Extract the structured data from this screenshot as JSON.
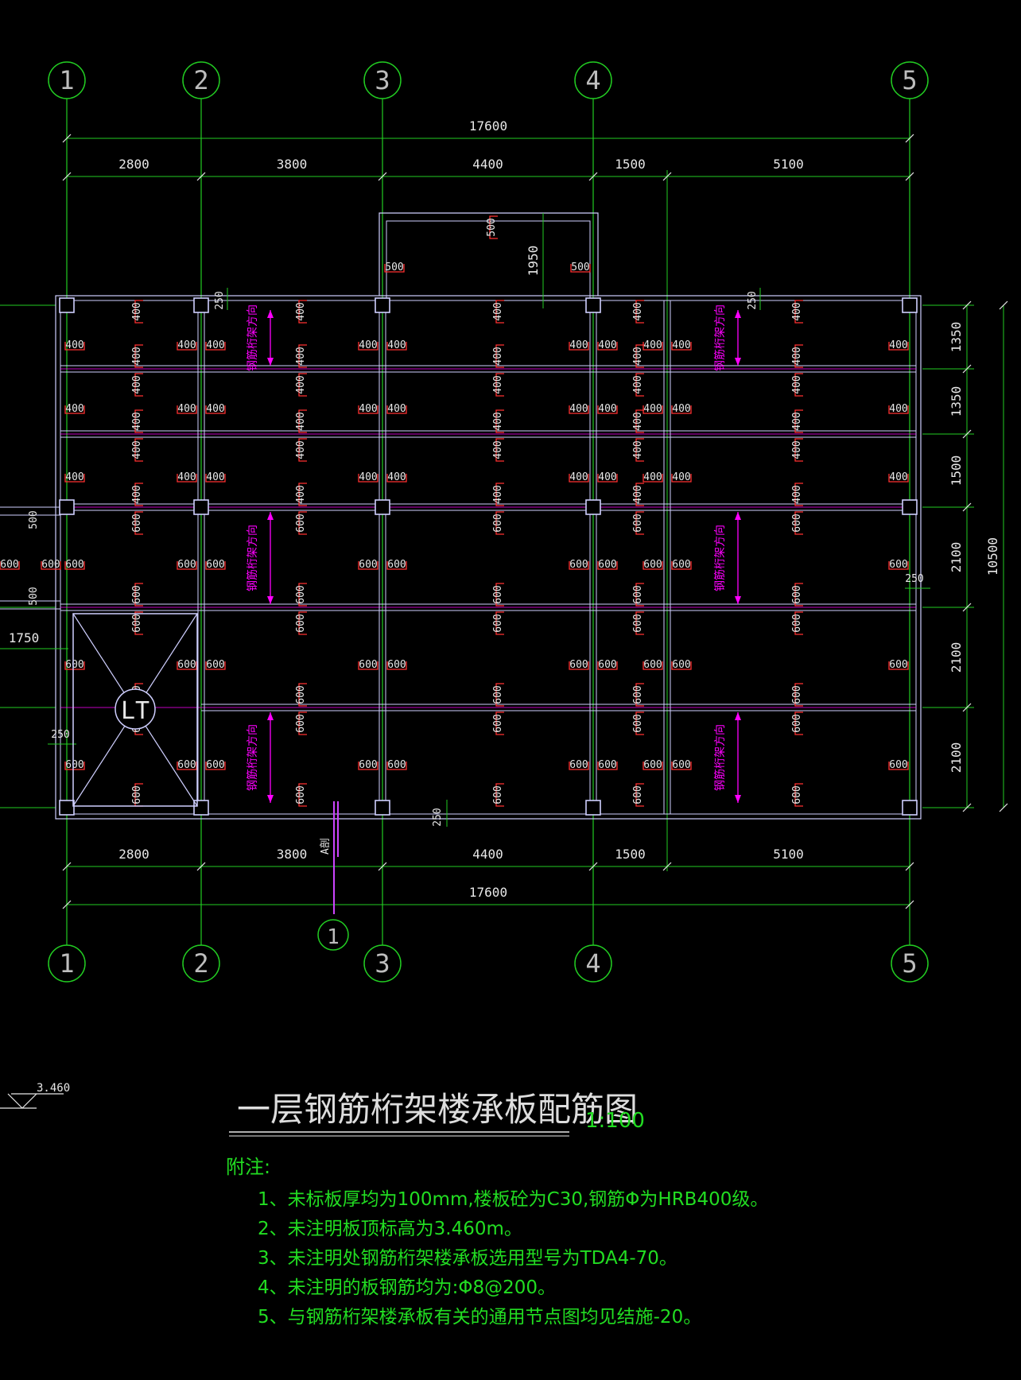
{
  "axes": [
    {
      "label": "1"
    },
    {
      "label": "2"
    },
    {
      "label": "3"
    },
    {
      "label": "4"
    },
    {
      "label": "5"
    }
  ],
  "top_dims": {
    "total": "17600",
    "spans": [
      "2800",
      "3800",
      "4400",
      "1500",
      "5100"
    ]
  },
  "bottom_dims": {
    "total": "17600",
    "spans": [
      "2800",
      "3800",
      "4400",
      "1500",
      "5100"
    ]
  },
  "right_dims": {
    "total": "10500",
    "spans": [
      "1350",
      "1350",
      "1500",
      "2100",
      "2100",
      "2100"
    ]
  },
  "protrusion": {
    "height": "1950",
    "left_dim": "500",
    "right_dim": "500",
    "vert_dim": "500"
  },
  "edge_dims": {
    "d250": "250",
    "d1750": "1750",
    "d500": "500"
  },
  "rebar_labels": {
    "r400": "400",
    "r600": "600"
  },
  "direction_label": "钢筋桁架方向",
  "stair_label": "LT",
  "section": {
    "label": "1",
    "tag": "A剖"
  },
  "elevation": {
    "value": "3.460"
  },
  "title": "一层钢筋桁架楼承板配筋图",
  "scale": "1:100",
  "notes_heading": "附注:",
  "notes": [
    "1、未标板厚均为100mm,楼板砼为C30,钢筋Φ为HRB400级。",
    "2、未注明板顶标高为3.460m。",
    "3、未注明处钢筋桁架楼承板选用型号为TDA4-70。",
    "4、未注明的板钢筋均为:Φ8@200。",
    "5、与钢筋桁架楼承板有关的通用节点图均见结施-20。"
  ],
  "colors": {
    "background": "#000000",
    "grid": "#22cc22",
    "beam": "#cfcfff",
    "rebar": "#ff3030",
    "truss": "#ff00ff",
    "text": "#e8e8e8",
    "note": "#22dd22"
  }
}
